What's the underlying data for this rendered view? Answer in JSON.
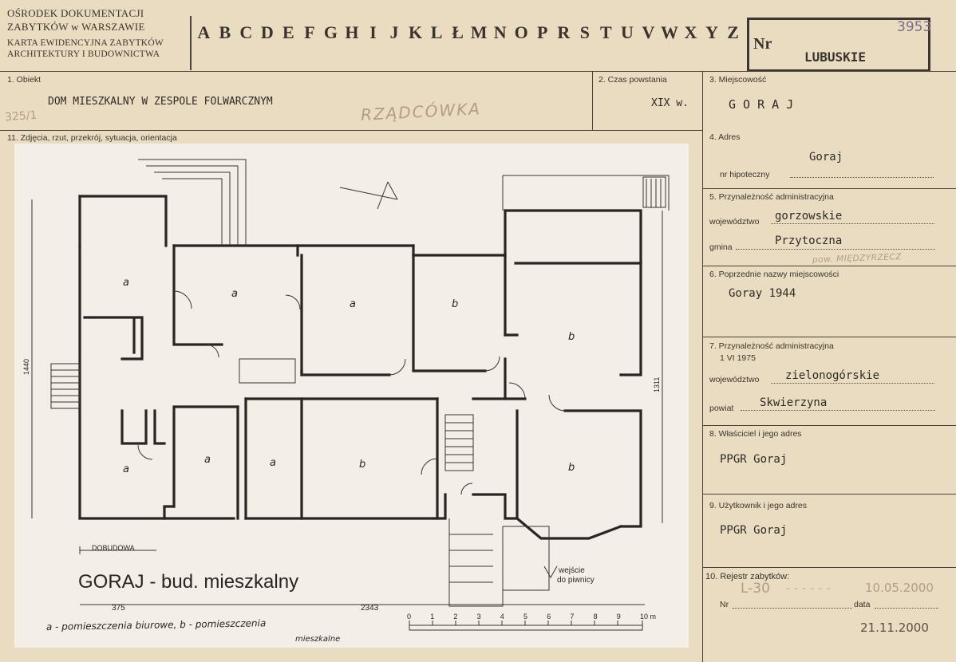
{
  "header": {
    "org_line1": "OŚRODEK DOKUMENTACJI",
    "org_line2": "ZABYTKÓW w WARSZAWIE",
    "card_line1": "KARTA EWIDENCYJNA ZABYTKÓW",
    "card_line2": "ARCHITEKTURY I BUDOWNICTWA",
    "alphabet": [
      "A",
      "B",
      "C",
      "D",
      "E",
      "F",
      "G",
      "H",
      "I",
      "J",
      "K",
      "L",
      "Ł",
      "M",
      "N",
      "O",
      "P",
      "R",
      "S",
      "T",
      "U",
      "V",
      "W",
      "X",
      "Y",
      "Z"
    ],
    "nr_label": "Nr",
    "nr_handwritten": "3953",
    "region": "LUBUSKIE"
  },
  "fields": {
    "obiekt_label": "1. Obiekt",
    "obiekt_value": "DOM MIESZKALNY W ZESPOLE FOLWARCZNYM",
    "obiekt_hand": "RZĄDCÓWKA",
    "obiekt_code": "325/1",
    "czas_label": "2. Czas powstania",
    "czas_value": "XIX w.",
    "miejscowosc_label": "3. Miejscowość",
    "miejscowosc_value": "G O R A J",
    "zdjecia_label": "11. Zdjęcia, rzut, przekrój, sytuacja, orientacja",
    "adres_label": "4. Adres",
    "adres_value": "Goraj",
    "hipoteczny_label": "nr hipoteczny",
    "przyn_label": "5. Przynależność administracyjna",
    "woj_label": "województwo",
    "woj_value": "gorzowskie",
    "gmina_label": "gmina",
    "gmina_value": "Przytoczna",
    "gmina_hand": "pow. MIĘDZYRZECZ",
    "poprz_label": "6. Poprzednie nazwy miejscowości",
    "poprz_value": "Goray 1944",
    "przyn75_label": "7. Przynależność administracyjna",
    "przyn75_date": "1 VI 1975",
    "woj75_label": "województwo",
    "woj75_value": "zielonogórskie",
    "powiat_label": "powiat",
    "powiat_value": "Skwierzyna",
    "wlasciciel_label": "8. Właściciel i jego adres",
    "wlasciciel_value": "PPGR Goraj",
    "uzytkownik_label": "9. Użytkownik i jego adres",
    "uzytkownik_value": "PPGR Goraj",
    "rejestr_label": "10. Rejestr zabytków:",
    "rejestr_nr_label": "Nr",
    "rejestr_nr_hand": "L-30",
    "rejestr_data_label": "data",
    "rejestr_date_hand": "10.05.2000",
    "rejestr_date2_hand": "21.11.2000"
  },
  "plan": {
    "title": "GORAJ - bud. mieszkalny",
    "dobudowa": "DOBUDOWA",
    "entrance_line1": "wejście",
    "entrance_line2": "do piwnicy",
    "dim_left": "375",
    "dim_main": "2343",
    "dim_height_left": "1440",
    "dim_height_right": "1311",
    "scale_ticks": [
      "0",
      "1",
      "2",
      "3",
      "4",
      "5",
      "6",
      "7",
      "8",
      "9",
      "10 m"
    ],
    "room_a": "a",
    "room_b": "b",
    "legend_line1": "a - pomieszczenia biurowe, b - pomieszczenia",
    "legend_line2": "mieszkalne"
  }
}
